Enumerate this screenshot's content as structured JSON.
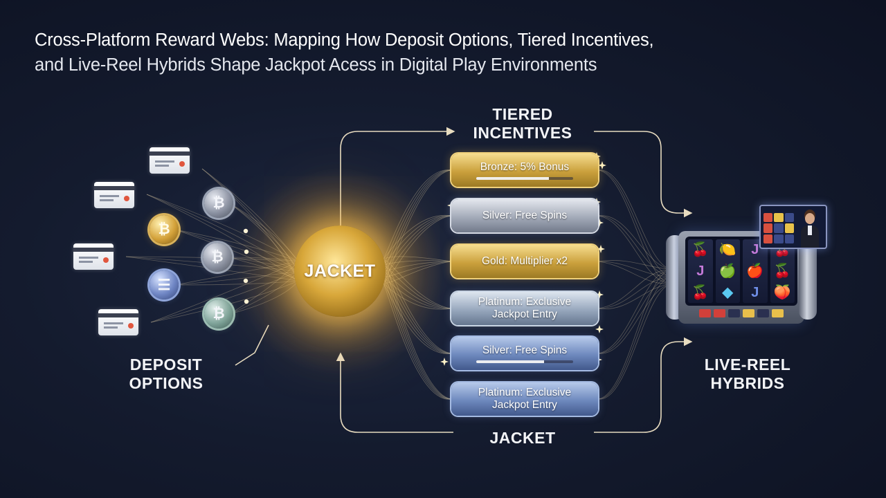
{
  "title": {
    "line1": "Cross-Platform Reward Webs: Mapping How Deposit Options, Tiered Incentives,",
    "line2": "and Live-Reel Hybrids Shape Jackpot Acess in Digital Play Environments"
  },
  "hub": {
    "label": "JACKET"
  },
  "sections": {
    "deposit": {
      "line1": "DEPOSIT",
      "line2": "OPTIONS"
    },
    "tiered": {
      "line1": "TIERED",
      "line2": "INCENTIVES"
    },
    "live_reel": {
      "line1": "LIVE-REEL",
      "line2": "HYBRIDS"
    },
    "jacket_bottom": "JACKET"
  },
  "deposit_options": {
    "cards": [
      "card-icon",
      "card-icon",
      "card-icon",
      "card-icon"
    ],
    "coins": [
      {
        "icon": "bitcoin-coin-icon",
        "symbol": "₿",
        "style": "silver"
      },
      {
        "icon": "bitcoin-coin-icon",
        "symbol": "₿",
        "style": "gold"
      },
      {
        "icon": "bitcoin-coin-icon",
        "symbol": "₿",
        "style": "silver"
      },
      {
        "icon": "token-coin-icon",
        "symbol": "☰",
        "style": "blue"
      },
      {
        "icon": "token-coin-icon",
        "symbol": "₿",
        "style": "teal"
      }
    ]
  },
  "tiers": [
    {
      "label": "Bronze: 5% Bonus",
      "style": "gold",
      "progress": 0.75
    },
    {
      "label": "Silver: Free Spins",
      "style": "silver",
      "progress": null
    },
    {
      "label": "Gold: Multiplier x2",
      "style": "gold",
      "progress": null
    },
    {
      "label_line1": "Platinum: Exclusive",
      "label_line2": "Jackpot Entry",
      "style": "platinum",
      "progress": null
    },
    {
      "label": "Silver: Free Spins",
      "style": "blue",
      "progress": 0.7
    },
    {
      "label_line1": "Platinum: Exclusive",
      "label_line2": "Jackpot Entry",
      "style": "blue",
      "progress": null
    }
  ],
  "slot_machine": {
    "reels": [
      [
        "🍒",
        "J",
        "🍒"
      ],
      [
        "🍋",
        "🍏",
        "◆"
      ],
      [
        "J",
        "🍎",
        "J"
      ],
      [
        "🍒",
        "🍒",
        "🍑"
      ]
    ]
  },
  "colors": {
    "background": "#141b2e",
    "connector": "#d8c7a0",
    "glow": "#ffc44f",
    "accent_gold": "#caa03c",
    "accent_blue": "#6d88bd"
  }
}
